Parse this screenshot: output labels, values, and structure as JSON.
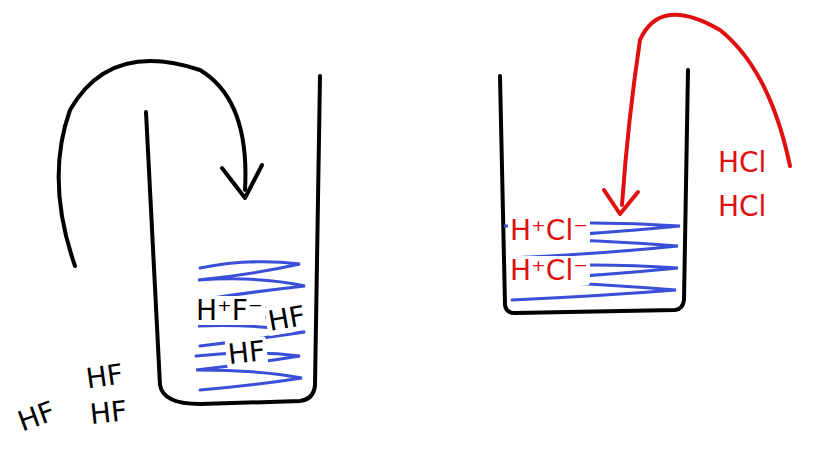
{
  "diagram": {
    "labels": [
      "H⁺F⁻",
      "HF",
      "HF",
      "HF",
      "HF",
      "HF",
      "H⁺Cl⁻",
      "H⁺Cl⁻",
      "HCl",
      "HCl"
    ]
  }
}
